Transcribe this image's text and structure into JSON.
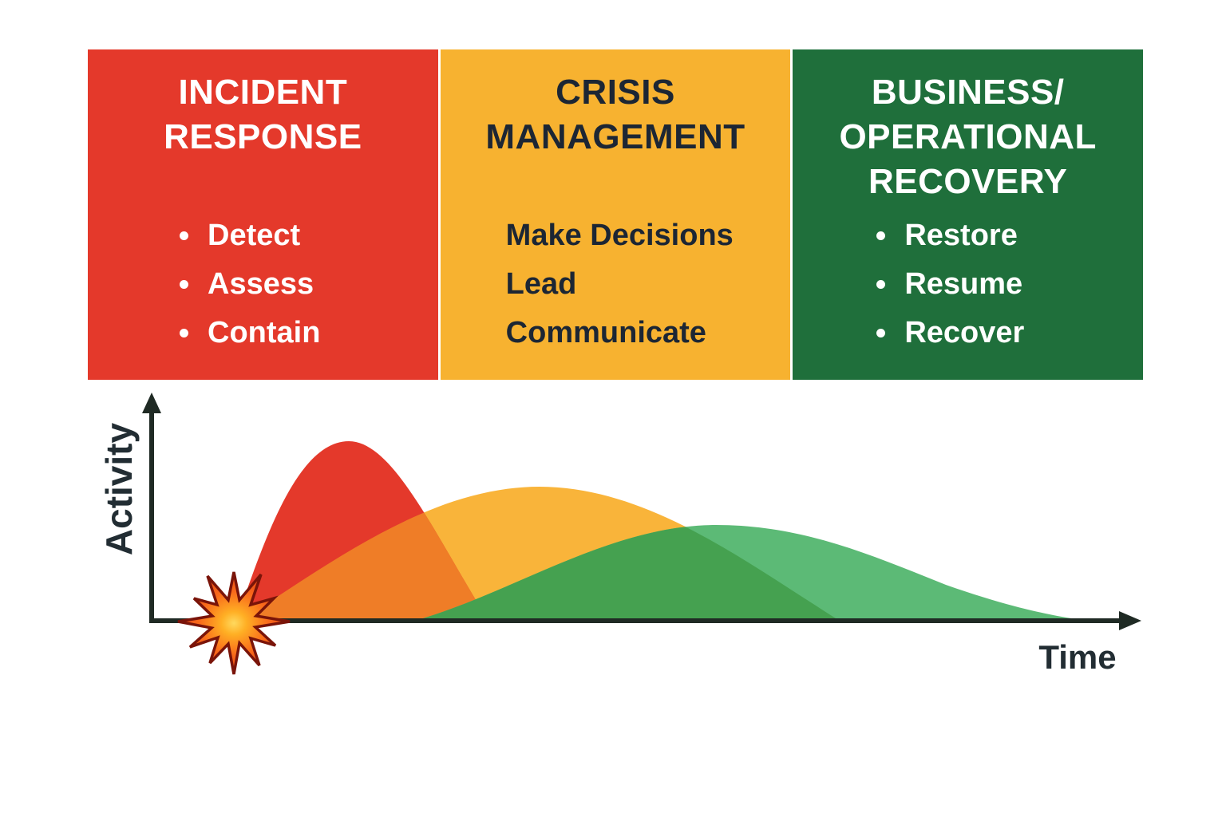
{
  "phases": [
    {
      "id": "incident-response",
      "title_lines": [
        "INCIDENT",
        "RESPONSE"
      ],
      "items": [
        "Detect",
        "Assess",
        "Contain"
      ],
      "bulleted": true,
      "background": "#E4392B",
      "text_color": "#FFFFFF"
    },
    {
      "id": "crisis-management",
      "title_lines": [
        "CRISIS",
        "MANAGEMENT"
      ],
      "items": [
        "Make Decisions",
        "Lead",
        "Communicate"
      ],
      "bulleted": false,
      "background": "#F7B230",
      "text_color": "#1C2634"
    },
    {
      "id": "business-operational-recovery",
      "title_lines": [
        "BUSINESS/",
        "OPERATIONAL",
        "RECOVERY"
      ],
      "items": [
        "Restore",
        "Resume",
        "Recover"
      ],
      "bulleted": true,
      "background": "#1F6F3B",
      "text_color": "#FFFFFF"
    }
  ],
  "chart_data": {
    "type": "area",
    "title": "",
    "xlabel": "Time",
    "ylabel": "Activity",
    "grid": false,
    "legend": "none",
    "origin_marker": "explosion-starburst",
    "axis_color": "#1F2A24",
    "colors": {
      "red_curve": "#E4392B",
      "yellow_curve": "#F9B43A",
      "orange_overlap": "#EF7D27",
      "green_curve_light": "#5CBA76",
      "green_overlap_dark": "#45A150"
    },
    "series": [
      {
        "name": "Incident Response",
        "color": "#E4392B",
        "start_frac": 0.09,
        "peak_frac": 0.2,
        "end_frac": 0.34,
        "peak_height_frac": 1.0
      },
      {
        "name": "Crisis Management",
        "color": "#F9B43A",
        "start_frac": 0.09,
        "peak_frac": 0.39,
        "end_frac": 0.7,
        "peak_height_frac": 0.75
      },
      {
        "name": "Business/Operational Recovery",
        "color": "#5CBA76",
        "start_frac": 0.27,
        "peak_frac": 0.57,
        "end_frac": 0.95,
        "peak_height_frac": 0.53
      }
    ]
  }
}
